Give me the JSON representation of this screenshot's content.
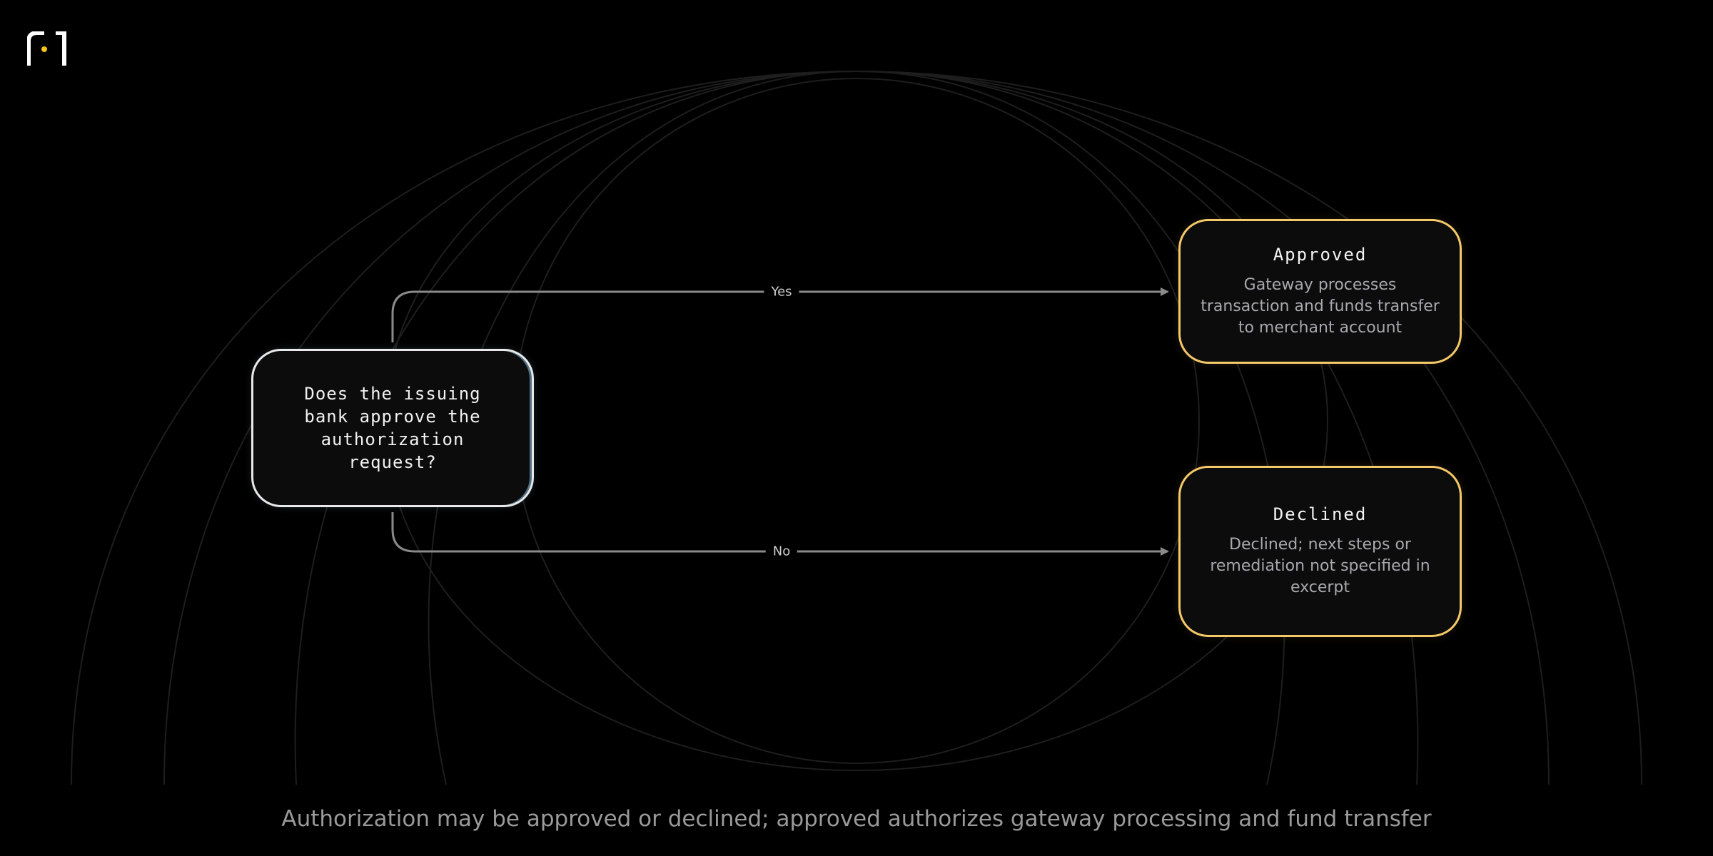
{
  "diagram": {
    "decision": {
      "text": "Does the issuing bank approve the authorization request?"
    },
    "outcomes": [
      {
        "title": "Approved",
        "description": "Gateway processes transaction and funds transfer to merchant account"
      },
      {
        "title": "Declined",
        "description": "Declined; next steps or remediation not specified in excerpt"
      }
    ],
    "edges": [
      {
        "from": "decision",
        "to": "Approved",
        "label": "Yes"
      },
      {
        "from": "decision",
        "to": "Declined",
        "label": "No"
      }
    ],
    "caption": "Authorization may be approved or declined; approved authorizes gateway processing and fund transfer"
  },
  "colors": {
    "background": "#000000",
    "decision_border": "#e9e9e9",
    "outcome_border": "#f5c868",
    "edge": "#8a8a8a",
    "logo": "#ffffff",
    "logo_dot": "#f5c518"
  },
  "icons": {
    "logo": "brand-logo-icon"
  }
}
